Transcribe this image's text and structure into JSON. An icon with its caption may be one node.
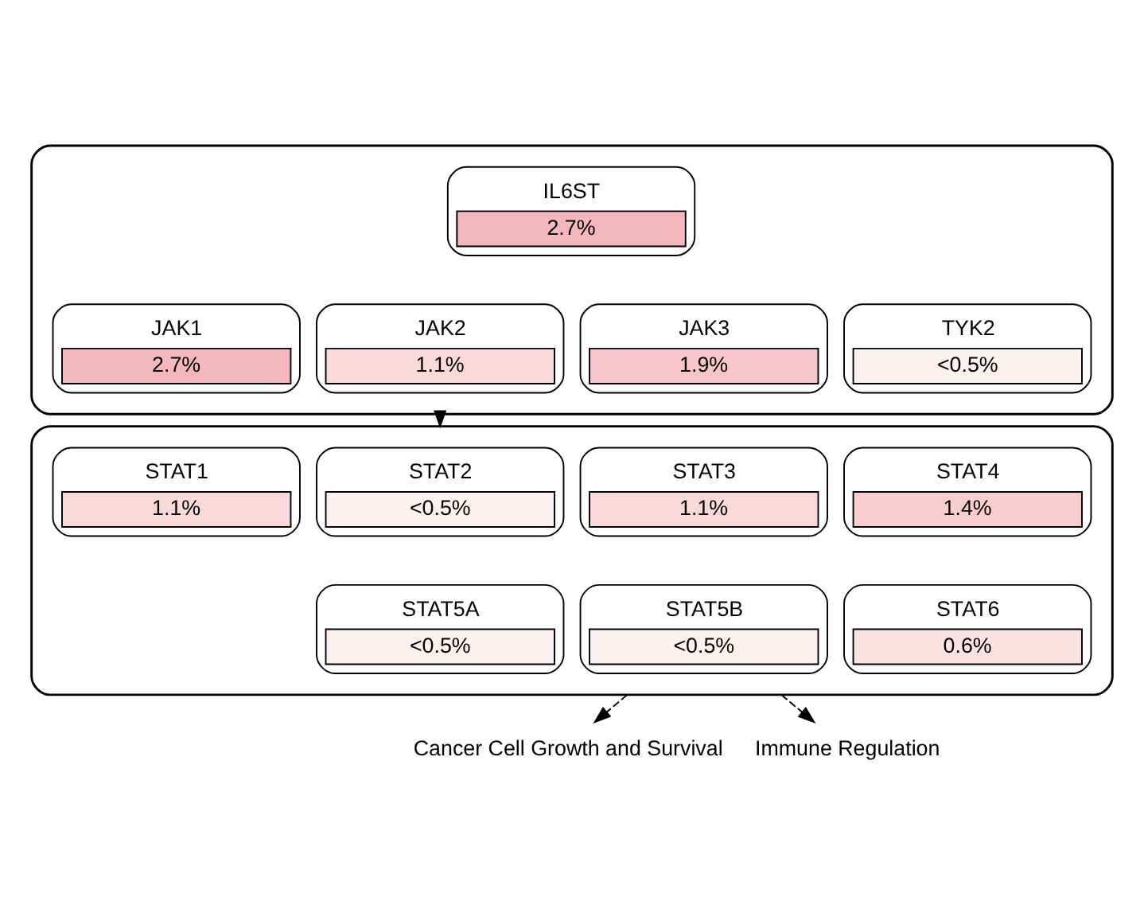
{
  "diagram": {
    "nodes": [
      {
        "text": [],
        "shape": "box"
      },
      {
        "text": [
          "IL6ST",
          "2.7%"
        ],
        "in": 0
      },
      {
        "text": [
          "JAK1",
          "2.7%"
        ],
        "in": 0
      },
      {
        "text": [
          "JAK2",
          "1.1%"
        ],
        "in": 0
      },
      {
        "text": [
          "JAK3",
          "1.9%"
        ],
        "in": 0
      },
      {
        "text": [
          "TYK2",
          "<0.5%"
        ],
        "in": 0
      },
      {
        "text": [],
        "shape": "box"
      },
      {
        "text": [
          "STAT1",
          "1.1%"
        ],
        "in": 6
      },
      {
        "text": [
          "STAT2",
          "<0.5%"
        ],
        "in": 6
      },
      {
        "text": [
          "STAT3",
          "1.1%"
        ],
        "in": 6
      },
      {
        "text": [
          "STAT4",
          "1.4%"
        ],
        "in": 6
      },
      {
        "text": [
          "STAT5A",
          "<0.5%"
        ],
        "in": 6
      },
      {
        "text": [
          "STAT5B",
          "<0.5%"
        ],
        "in": 6
      },
      {
        "text": [
          "STAT6",
          "0.6%"
        ],
        "in": 6
      },
      {
        "text": [
          "Cancer Cell Growth and Survival"
        ]
      },
      {
        "text": [
          "Immune Regulation"
        ]
      }
    ],
    "edges": [
      {
        "from": 0,
        "to": 6,
        "arrow": "to"
      },
      {
        "from": 6,
        "to": 14,
        "arrow": "to",
        "style": "dashed"
      },
      {
        "from": 6,
        "to": 15,
        "arrow": "to",
        "style": "dashed"
      }
    ]
  }
}
